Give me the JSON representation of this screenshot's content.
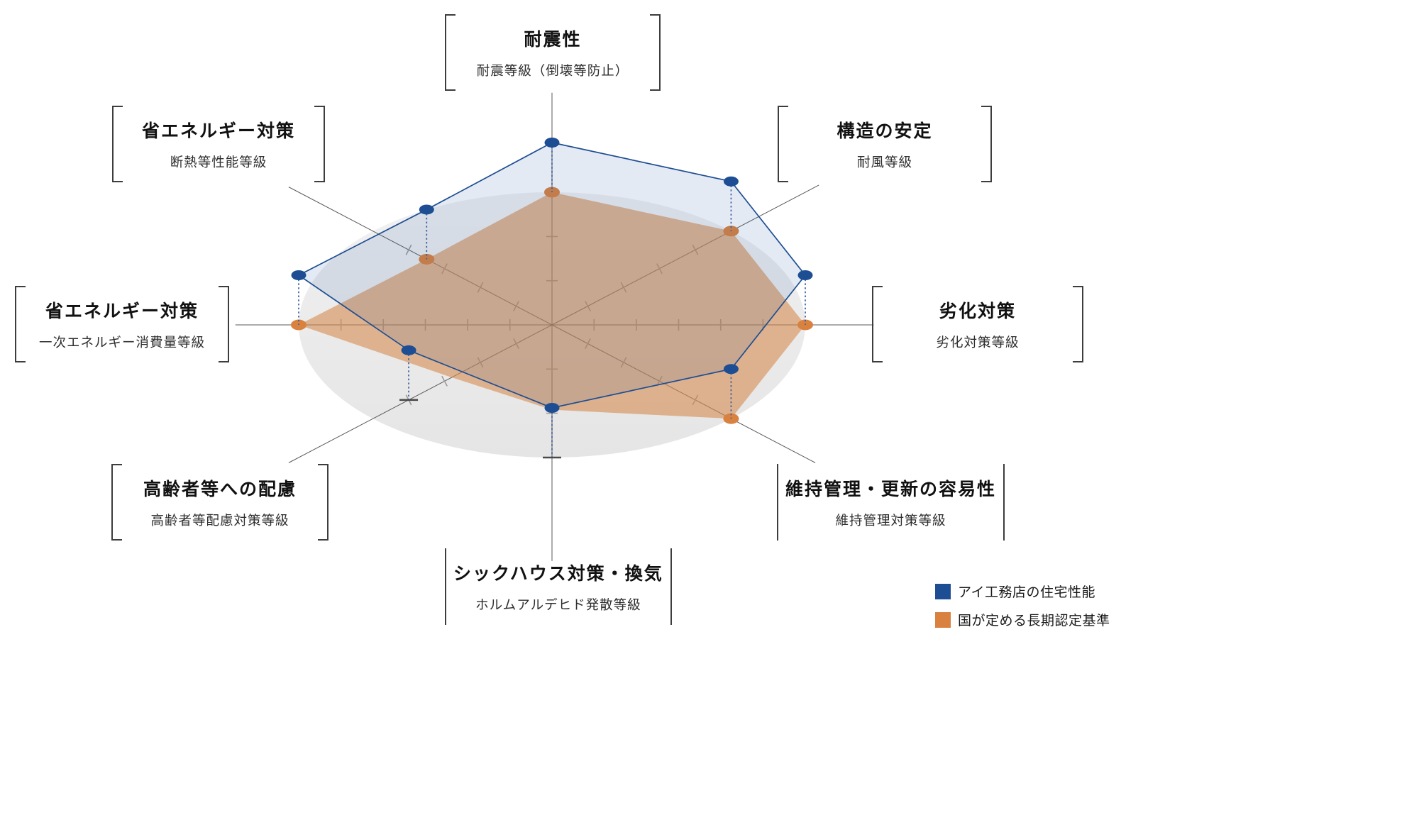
{
  "chart_data": {
    "type": "radar",
    "title": "",
    "axes": [
      {
        "position": "top",
        "title": "耐震性",
        "subtitle": "耐震等級（倒壊等防止）"
      },
      {
        "position": "top-right",
        "title": "構造の安定",
        "subtitle": "耐風等級"
      },
      {
        "position": "right",
        "title": "劣化対策",
        "subtitle": "劣化対策等級"
      },
      {
        "position": "bottom-right",
        "title": "維持管理・更新の容易性",
        "subtitle": "維持管理対策等級"
      },
      {
        "position": "bottom",
        "title": "シックハウス対策・換気",
        "subtitle": "ホルムアルデヒド発散等級"
      },
      {
        "position": "bottom-left",
        "title": "高齢者等への配慮",
        "subtitle": "高齢者等配慮対策等級"
      },
      {
        "position": "left",
        "title": "省エネルギー対策",
        "subtitle": "一次エネルギー消費量等級"
      },
      {
        "position": "top-left",
        "title": "省エネルギー対策",
        "subtitle": "断熱等性能等級"
      }
    ],
    "axis_max": 1,
    "series": [
      {
        "name": "アイ工務店の住宅性能",
        "color": "#1d4e93",
        "fill": "rgba(47,95,165,0.13)",
        "values": [
          1,
          1,
          1,
          1,
          1,
          0.8,
          1,
          0.7
        ]
      },
      {
        "name": "国が定める長期認定基準",
        "color": "#d9813f",
        "fill": "rgba(213,140,80,0.60)",
        "values": [
          1,
          1,
          1,
          1,
          0.64,
          0.56,
          1,
          0.7
        ]
      }
    ],
    "legend_position": "bottom-right",
    "grid": "elliptical-floor-with-ticks"
  },
  "legend": {
    "items": [
      {
        "label": "アイ工務店の住宅性能",
        "color": "#1d4e93"
      },
      {
        "label": "国が定める長期認定基準",
        "color": "#d9813f"
      }
    ]
  }
}
